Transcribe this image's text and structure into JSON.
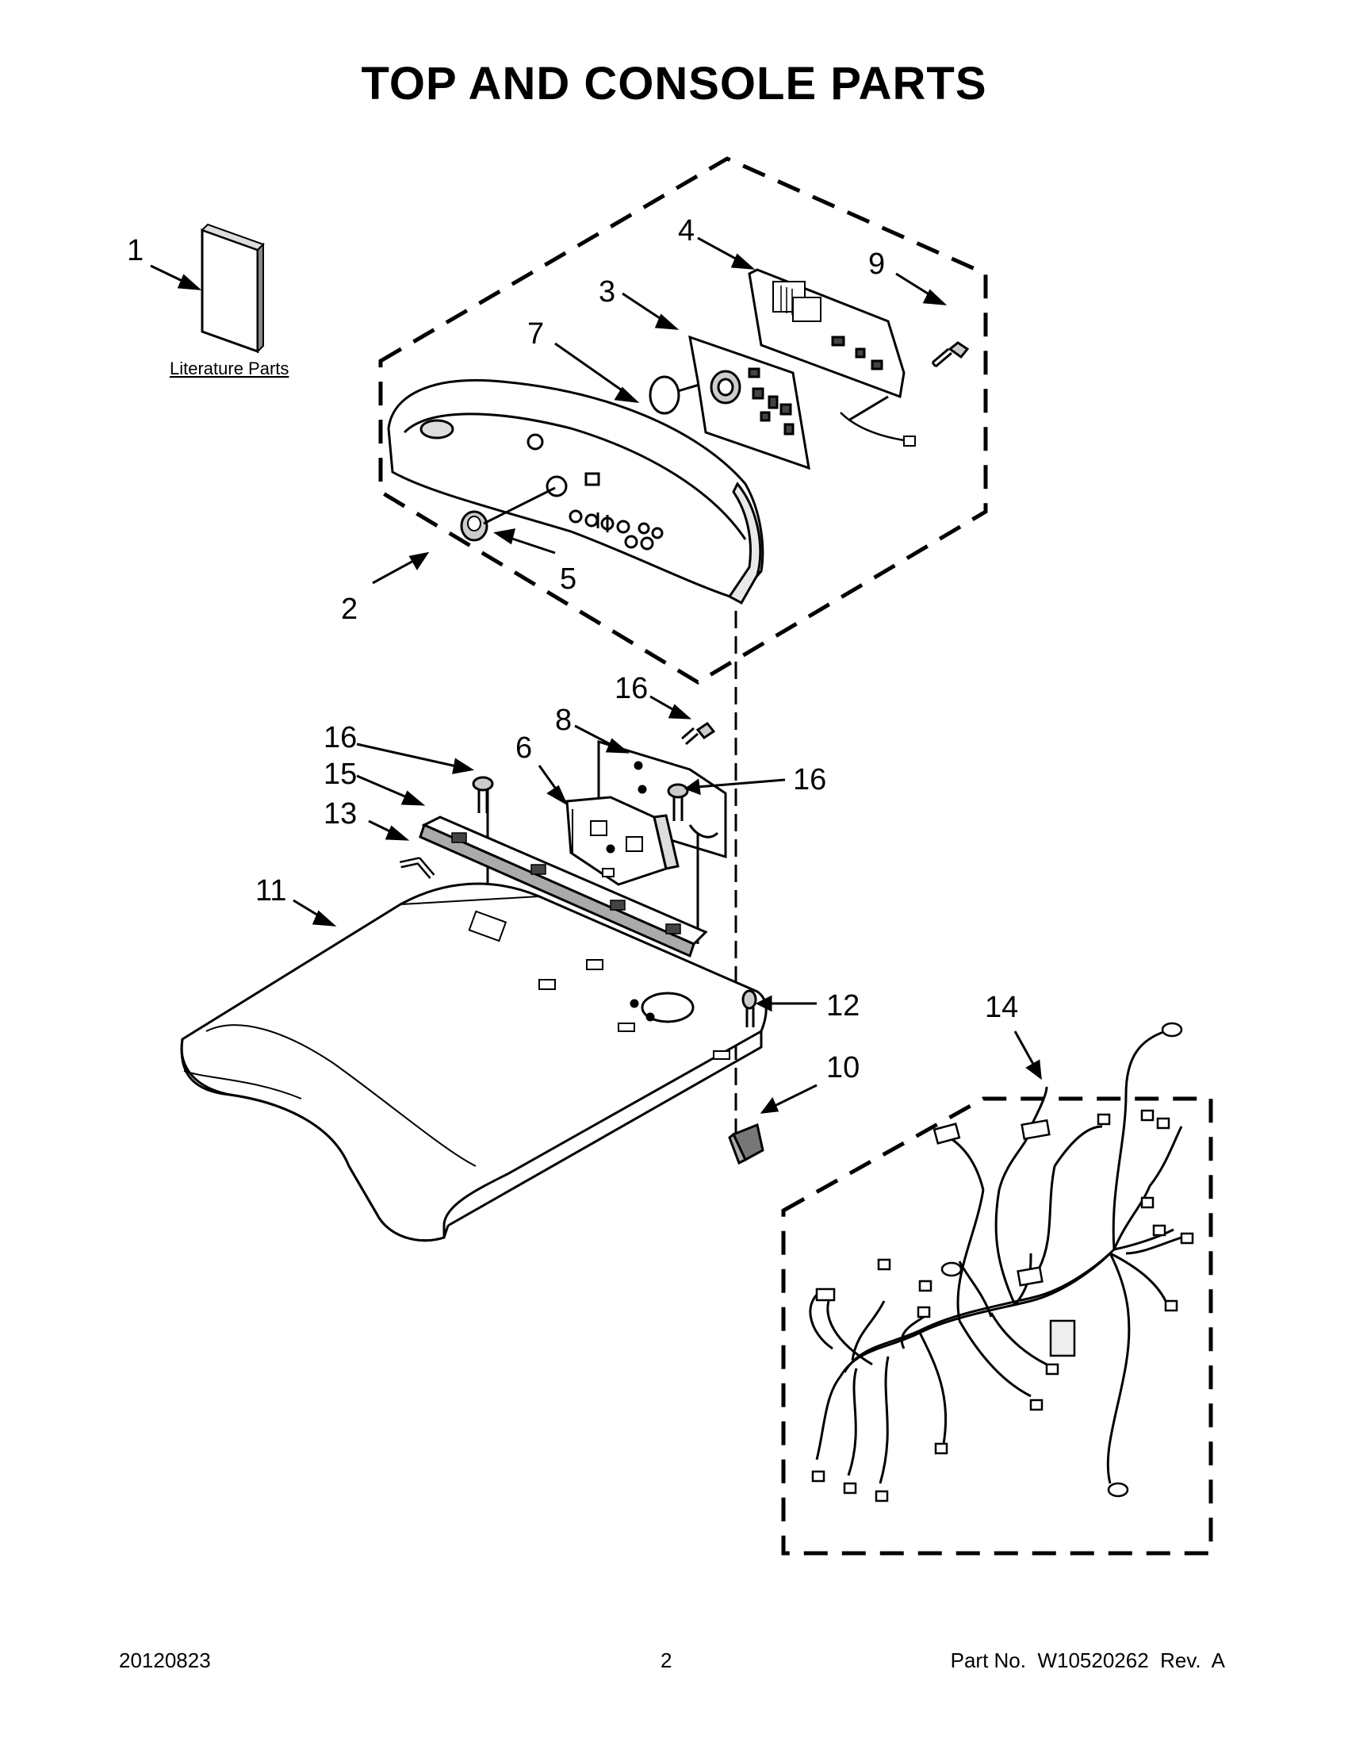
{
  "title": "TOP AND CONSOLE PARTS",
  "literature_label": "Literature Parts",
  "callouts": {
    "c1": "1",
    "c2": "2",
    "c3": "3",
    "c4": "4",
    "c5": "5",
    "c6": "6",
    "c7": "7",
    "c8": "8",
    "c9": "9",
    "c10": "10",
    "c11": "11",
    "c12": "12",
    "c13": "13",
    "c14": "14",
    "c15": "15",
    "c16a": "16",
    "c16b": "16",
    "c16c": "16"
  },
  "footer": {
    "date": "20120823",
    "page": "2",
    "part": "Part No.  W10520262  Rev.  A"
  }
}
